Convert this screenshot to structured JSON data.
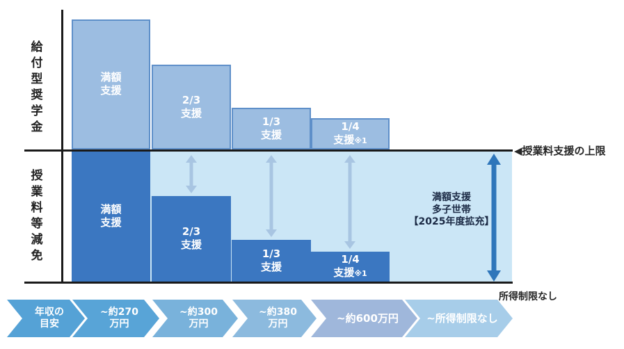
{
  "colors": {
    "scholarship_fill": "#9cbde1",
    "scholarship_border": "#5e8fc9",
    "tuition_fill": "#3b77c1",
    "region_fill": "#cbe6f6",
    "big_arrow": "#2f76ba",
    "small_arrow": "#a8c5e2",
    "line_color": "#1a1a1a",
    "text_dark": "#262626",
    "text_navy": "#1b2a45",
    "chev_1": "#55a2d6",
    "chev_2": "#58a4d7",
    "chev_3": "#79b2db",
    "chev_4": "#8cbade",
    "chev_5": "#9fb7db",
    "chev_6": "#a7cde9"
  },
  "left_axis": {
    "scholarship_label": "給付型奨学金",
    "tuition_label": "授業料等減免"
  },
  "scholarship_bars": [
    {
      "line1": "満額",
      "line2": "支援",
      "note": ""
    },
    {
      "line1": "2/3",
      "line2": "支援",
      "note": ""
    },
    {
      "line1": "1/3",
      "line2": "支援",
      "note": ""
    },
    {
      "line1": "1/4",
      "line2": "支援",
      "note": "※1"
    }
  ],
  "tuition_bars": [
    {
      "line1": "満額",
      "line2": "支援",
      "note": ""
    },
    {
      "line1": "2/3",
      "line2": "支援",
      "note": ""
    },
    {
      "line1": "1/3",
      "line2": "支援",
      "note": ""
    },
    {
      "line1": "1/4",
      "line2": "支援",
      "note": "※1"
    }
  ],
  "annotations": {
    "limit_label": "◀授業料支援の上限",
    "multi_child_label": "満額支援\n多子世帯\n【2025年度拡充】",
    "no_income_limit": "所得制限なし"
  },
  "income_axis": {
    "items": [
      {
        "label": "年収の\n目安"
      },
      {
        "label": "~約270\n万円"
      },
      {
        "label": "~約300\n万円"
      },
      {
        "label": "~約380\n万円"
      },
      {
        "label": "~約600万円"
      },
      {
        "label": "~所得制限なし"
      }
    ]
  },
  "chart_data": {
    "type": "bar",
    "title": "",
    "xlabel": "年収の目安",
    "ylabel": "",
    "ylim": [
      0,
      1
    ],
    "categories": [
      "~約270万円",
      "~約300万円",
      "~約380万円",
      "~約600万円",
      "~所得制限なし"
    ],
    "series": [
      {
        "name": "給付型奨学金",
        "values": [
          1,
          0.667,
          0.333,
          0.25,
          0
        ],
        "value_labels": [
          "満額支援",
          "2/3支援",
          "1/3支援",
          "1/4支援※1",
          ""
        ]
      },
      {
        "name": "授業料等減免",
        "values": [
          1,
          0.667,
          0.333,
          0.25,
          0
        ],
        "value_labels": [
          "満額支援",
          "2/3支援",
          "1/3支援",
          "1/4支援※1",
          ""
        ]
      },
      {
        "name": "授業料等減免 多子世帯【2025年度拡充】",
        "values": [
          1,
          1,
          1,
          1,
          1
        ],
        "value_labels": [
          "",
          "",
          "",
          "",
          "満額支援 多子世帯【2025年度拡充】"
        ]
      }
    ],
    "annotations": [
      "◀授業料支援の上限",
      "所得制限なし",
      "満額支援 多子世帯【2025年度拡充】"
    ],
    "legend_position": "none",
    "grid": false
  }
}
